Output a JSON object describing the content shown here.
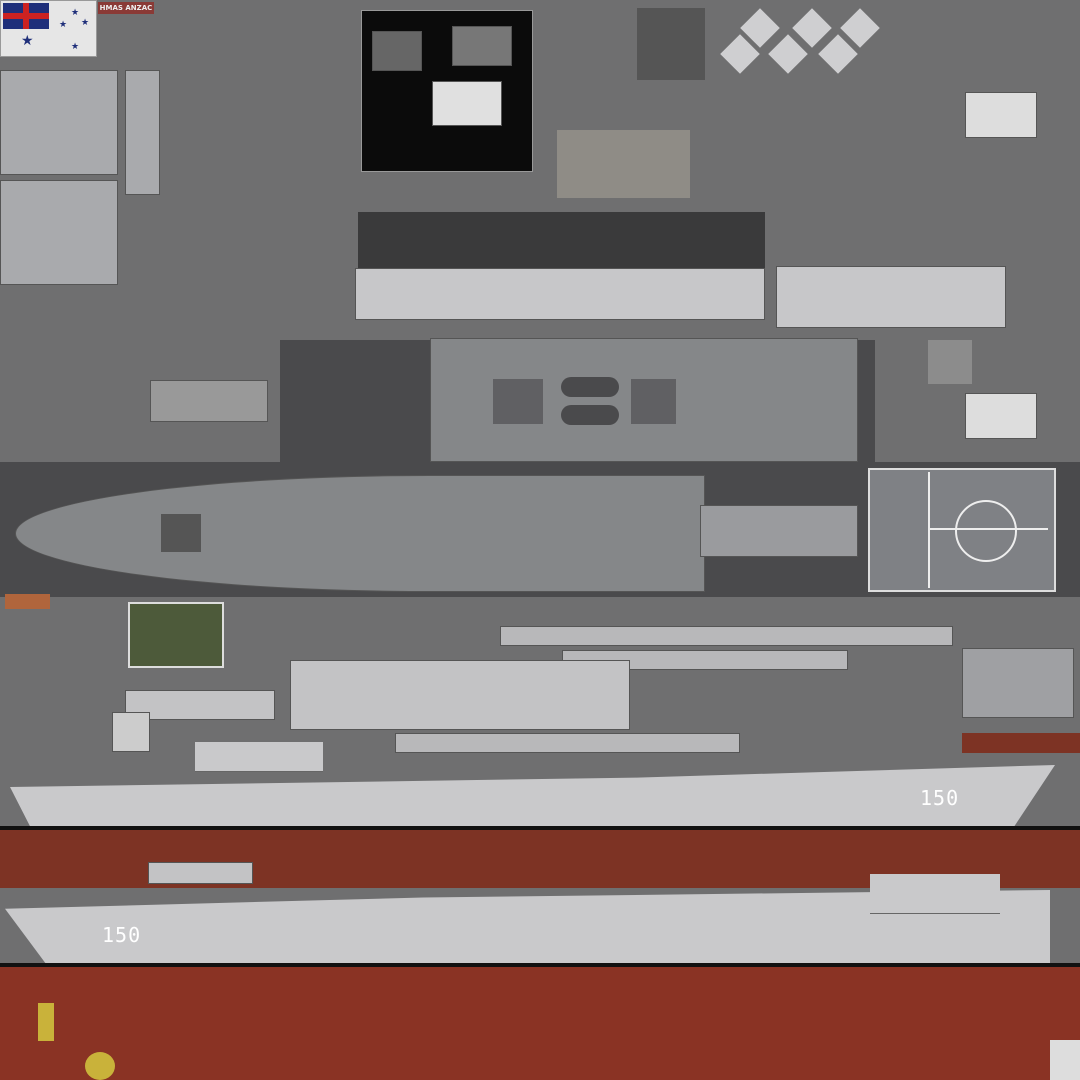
{
  "flag": {
    "name": "australian-white-ensign"
  },
  "ship_label": "HMAS ANZAC",
  "hull_number_starboard": "150",
  "hull_number_port": "150",
  "colors": {
    "background": "#6f6f70",
    "hull_grey": "#c9c9cb",
    "antifouling_red": "#7d3324",
    "deck_grey": "#858789"
  }
}
